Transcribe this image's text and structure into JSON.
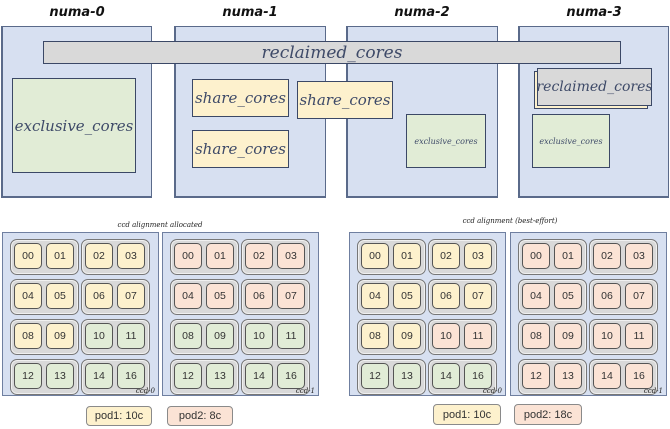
{
  "top": {
    "numa_nodes": [
      {
        "title": "numa-0"
      },
      {
        "title": "numa-1"
      },
      {
        "title": "numa-2"
      },
      {
        "title": "numa-3"
      }
    ],
    "reclaimed_bar": "reclaimed_cores",
    "numa0_exclusive": "exclusive_cores",
    "numa1_share_a": "share_cores",
    "numa1_share_b": "share_cores",
    "numa1_2_share": "share_cores",
    "numa2_exclusive": "exclusive_cores",
    "numa3_reclaimed": "reclaimed_cores",
    "numa3_exclusive": "exclusive_cores"
  },
  "colors": {
    "numa_bg": "#d7e0f1",
    "exclusive": "#e1ecd6",
    "share": "#fdf1cd",
    "reclaimed": "#d9d9d9",
    "pod1": "#fdf1cd",
    "pod2": "#fbe3d5"
  },
  "bottom": {
    "groups": [
      {
        "caption": "ccd alignment allocated",
        "ccds": [
          {
            "label": "ccd-0",
            "cores": [
              {
                "id": "00",
                "pod": "pod1"
              },
              {
                "id": "01",
                "pod": "pod1"
              },
              {
                "id": "02",
                "pod": "pod1"
              },
              {
                "id": "03",
                "pod": "pod1"
              },
              {
                "id": "04",
                "pod": "pod1"
              },
              {
                "id": "05",
                "pod": "pod1"
              },
              {
                "id": "06",
                "pod": "pod1"
              },
              {
                "id": "07",
                "pod": "pod1"
              },
              {
                "id": "08",
                "pod": "pod1"
              },
              {
                "id": "09",
                "pod": "pod1"
              },
              {
                "id": "10",
                "pod": "free"
              },
              {
                "id": "11",
                "pod": "free"
              },
              {
                "id": "12",
                "pod": "free"
              },
              {
                "id": "13",
                "pod": "free"
              },
              {
                "id": "14",
                "pod": "free"
              },
              {
                "id": "16",
                "pod": "free"
              }
            ]
          },
          {
            "label": "ccd-1",
            "cores": [
              {
                "id": "00",
                "pod": "pod2"
              },
              {
                "id": "01",
                "pod": "pod2"
              },
              {
                "id": "02",
                "pod": "pod2"
              },
              {
                "id": "03",
                "pod": "pod2"
              },
              {
                "id": "04",
                "pod": "pod2"
              },
              {
                "id": "05",
                "pod": "pod2"
              },
              {
                "id": "06",
                "pod": "pod2"
              },
              {
                "id": "07",
                "pod": "pod2"
              },
              {
                "id": "08",
                "pod": "free"
              },
              {
                "id": "09",
                "pod": "free"
              },
              {
                "id": "10",
                "pod": "free"
              },
              {
                "id": "11",
                "pod": "free"
              },
              {
                "id": "12",
                "pod": "free"
              },
              {
                "id": "13",
                "pod": "free"
              },
              {
                "id": "14",
                "pod": "free"
              },
              {
                "id": "16",
                "pod": "free"
              }
            ]
          }
        ],
        "pods": [
          {
            "label": "pod1: 10c",
            "key": "pod1"
          },
          {
            "label": "pod2: 8c",
            "key": "pod2"
          }
        ]
      },
      {
        "caption": "ccd alignment (best-effort)",
        "ccds": [
          {
            "label": "ccd-0",
            "cores": [
              {
                "id": "00",
                "pod": "pod1"
              },
              {
                "id": "01",
                "pod": "pod1"
              },
              {
                "id": "02",
                "pod": "pod1"
              },
              {
                "id": "03",
                "pod": "pod1"
              },
              {
                "id": "04",
                "pod": "pod1"
              },
              {
                "id": "05",
                "pod": "pod1"
              },
              {
                "id": "06",
                "pod": "pod1"
              },
              {
                "id": "07",
                "pod": "pod1"
              },
              {
                "id": "08",
                "pod": "pod1"
              },
              {
                "id": "09",
                "pod": "pod1"
              },
              {
                "id": "10",
                "pod": "pod2"
              },
              {
                "id": "11",
                "pod": "pod2"
              },
              {
                "id": "12",
                "pod": "free"
              },
              {
                "id": "13",
                "pod": "free"
              },
              {
                "id": "14",
                "pod": "free"
              },
              {
                "id": "16",
                "pod": "free"
              }
            ]
          },
          {
            "label": "ccd-1",
            "cores": [
              {
                "id": "00",
                "pod": "pod2"
              },
              {
                "id": "01",
                "pod": "pod2"
              },
              {
                "id": "02",
                "pod": "pod2"
              },
              {
                "id": "03",
                "pod": "pod2"
              },
              {
                "id": "04",
                "pod": "pod2"
              },
              {
                "id": "05",
                "pod": "pod2"
              },
              {
                "id": "06",
                "pod": "pod2"
              },
              {
                "id": "07",
                "pod": "pod2"
              },
              {
                "id": "08",
                "pod": "pod2"
              },
              {
                "id": "09",
                "pod": "pod2"
              },
              {
                "id": "10",
                "pod": "pod2"
              },
              {
                "id": "11",
                "pod": "pod2"
              },
              {
                "id": "12",
                "pod": "pod2"
              },
              {
                "id": "13",
                "pod": "pod2"
              },
              {
                "id": "14",
                "pod": "pod2"
              },
              {
                "id": "16",
                "pod": "pod2"
              }
            ]
          }
        ],
        "pods": [
          {
            "label": "pod1: 10c",
            "key": "pod1"
          },
          {
            "label": "pod2: 18c",
            "key": "pod2"
          }
        ]
      }
    ]
  }
}
